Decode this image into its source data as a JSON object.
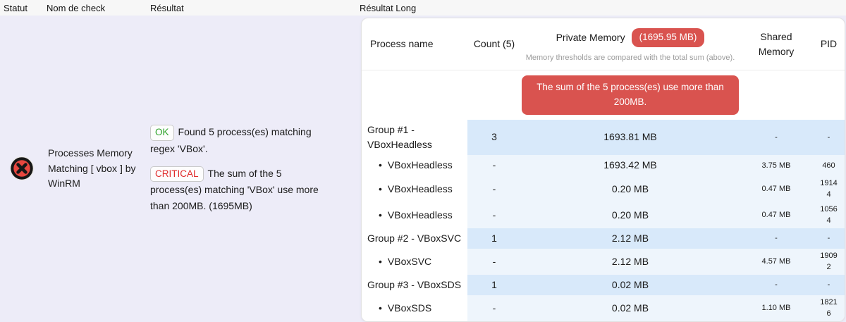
{
  "header_bar": {
    "columns": [
      "Statut",
      "Nom de check",
      "Résultat",
      "Résultat Long"
    ]
  },
  "check": {
    "status": "CRITICAL",
    "status_icon": "red-circle-x",
    "name": "Processes Memory Matching [ vbox ] by WinRM",
    "results": [
      {
        "badge": "OK",
        "text": "Found 5 process(es) matching regex 'VBox'."
      },
      {
        "badge": "CRITICAL",
        "text": "The sum of the 5 process(es) matching 'VBox' use more than 200MB. (1695MB)"
      }
    ]
  },
  "long_result": {
    "columns": [
      "Process name",
      "Count (5)",
      "Private Memory",
      "Shared Memory",
      "PID"
    ],
    "private_memory_total_badge": "(1695.95 MB)",
    "threshold_note": "Memory thresholds are compared with the total sum (above).",
    "alert_banner": "The sum of the 5 process(es) use more than 200MB.",
    "bullet_icon": "•",
    "rows": [
      {
        "type": "group",
        "name": "Group #1 - VBoxHeadless",
        "count": "3",
        "private": "1693.81 MB",
        "shared": "-",
        "pid": "-"
      },
      {
        "type": "proc",
        "name": "VBoxHeadless",
        "count": "-",
        "private": "1693.42 MB",
        "shared": "3.75 MB",
        "pid": "460"
      },
      {
        "type": "proc",
        "name": "VBoxHeadless",
        "count": "-",
        "private": "0.20 MB",
        "shared": "0.47 MB",
        "pid": "19144"
      },
      {
        "type": "proc",
        "name": "VBoxHeadless",
        "count": "-",
        "private": "0.20 MB",
        "shared": "0.47 MB",
        "pid": "10564"
      },
      {
        "type": "group",
        "name": "Group #2 - VBoxSVC",
        "count": "1",
        "private": "2.12 MB",
        "shared": "-",
        "pid": "-"
      },
      {
        "type": "proc",
        "name": "VBoxSVC",
        "count": "-",
        "private": "2.12 MB",
        "shared": "4.57 MB",
        "pid": "19092"
      },
      {
        "type": "group",
        "name": "Group #3 - VBoxSDS",
        "count": "1",
        "private": "0.02 MB",
        "shared": "-",
        "pid": "-"
      },
      {
        "type": "proc",
        "name": "VBoxSDS",
        "count": "-",
        "private": "0.02 MB",
        "shared": "1.10 MB",
        "pid": "18216"
      }
    ]
  },
  "colors": {
    "critical_red": "#d9534f",
    "critical_text": "#e02b2b",
    "ok_green": "#2da32a",
    "group_row_bg": "#d8e9fa",
    "process_row_bg": "#eef5fc",
    "page_bg": "#edecf8"
  }
}
